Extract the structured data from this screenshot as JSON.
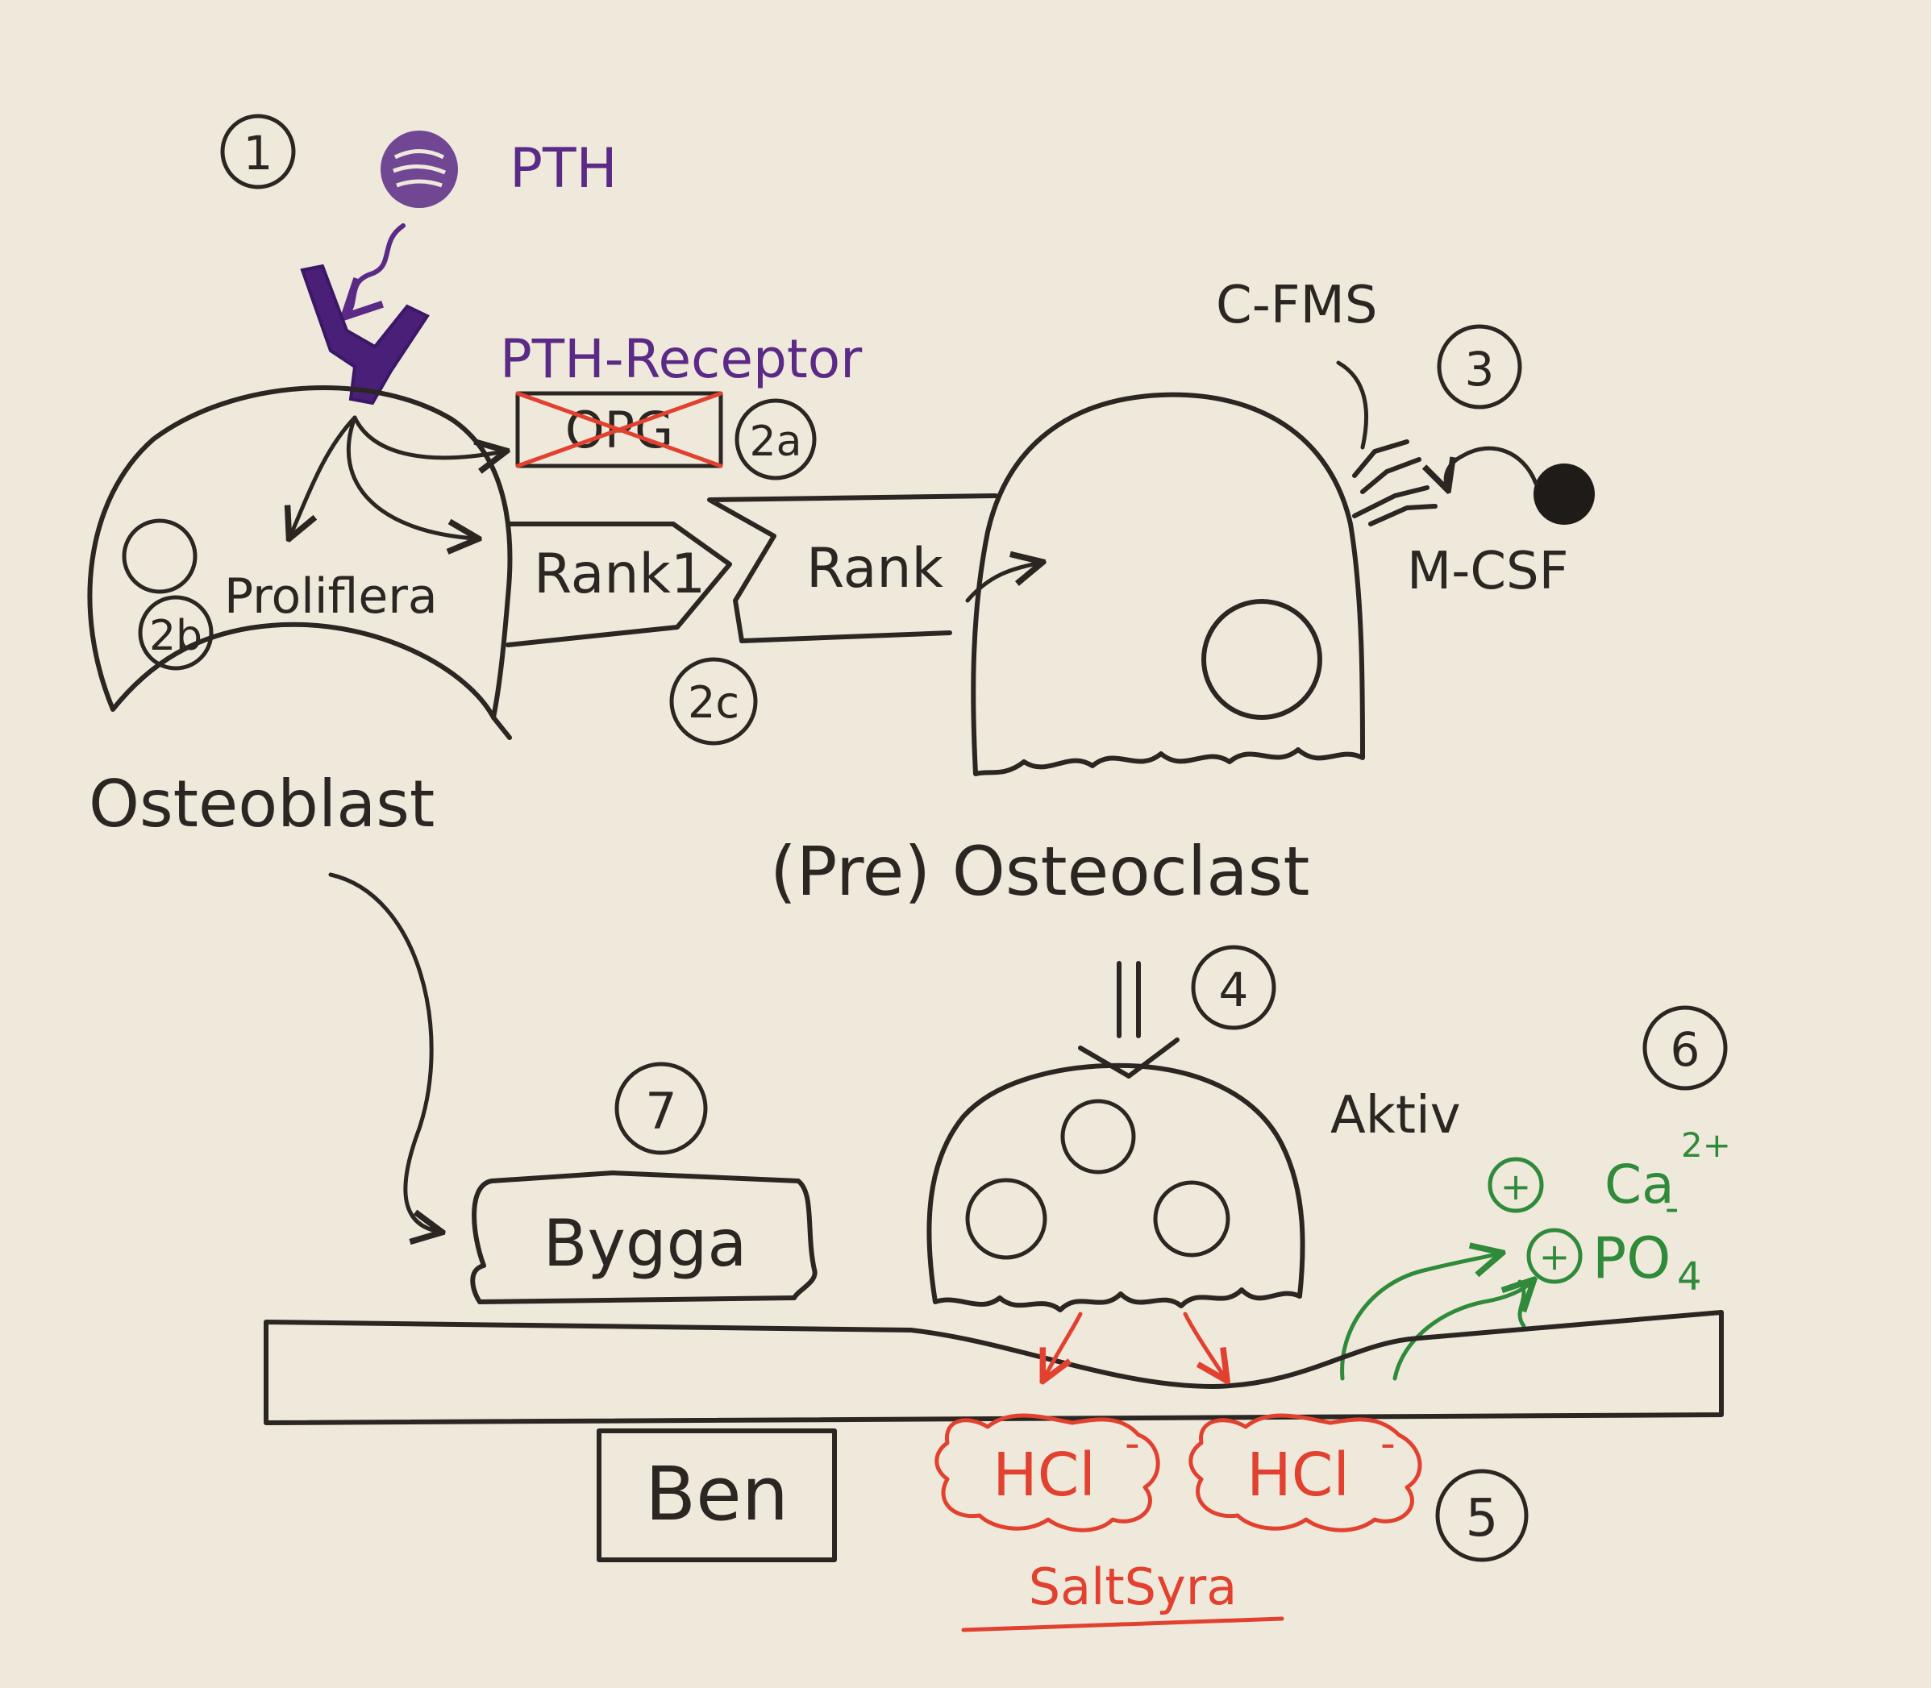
{
  "labels": {
    "pth": "PTH",
    "pth_receptor": "PTH-Receptor",
    "opg": "OPG",
    "c_fms": "C-FMS",
    "m_csf": "M-CSF",
    "proliferation": "Proliflera",
    "rankl": "Rank1",
    "rank": "Rank",
    "osteoblast": "Osteoblast",
    "preosteoclast": "(Pre) Osteoclast",
    "aktiv": "Aktiv",
    "ca": "Ca",
    "ca_charge": "2+",
    "po": "PO",
    "po_sub": "4",
    "po_charge": "-",
    "bygga": "Bygga",
    "ben": "Ben",
    "hcl": "HCl",
    "hcl_charge": "-",
    "saltsyra": "SaltSyra"
  },
  "steps": {
    "s1": "1",
    "s2a": "2a",
    "s2b": "2b",
    "s2c": "2c",
    "s3": "3",
    "s4": "4",
    "s5": "5",
    "s6": "6",
    "s7": "7",
    "plus": "+"
  },
  "colors": {
    "ink": "#2b2622",
    "purple": "#5b2a86",
    "red": "#e2412f",
    "green": "#2f8a3a",
    "paper": "#efe9dc"
  }
}
